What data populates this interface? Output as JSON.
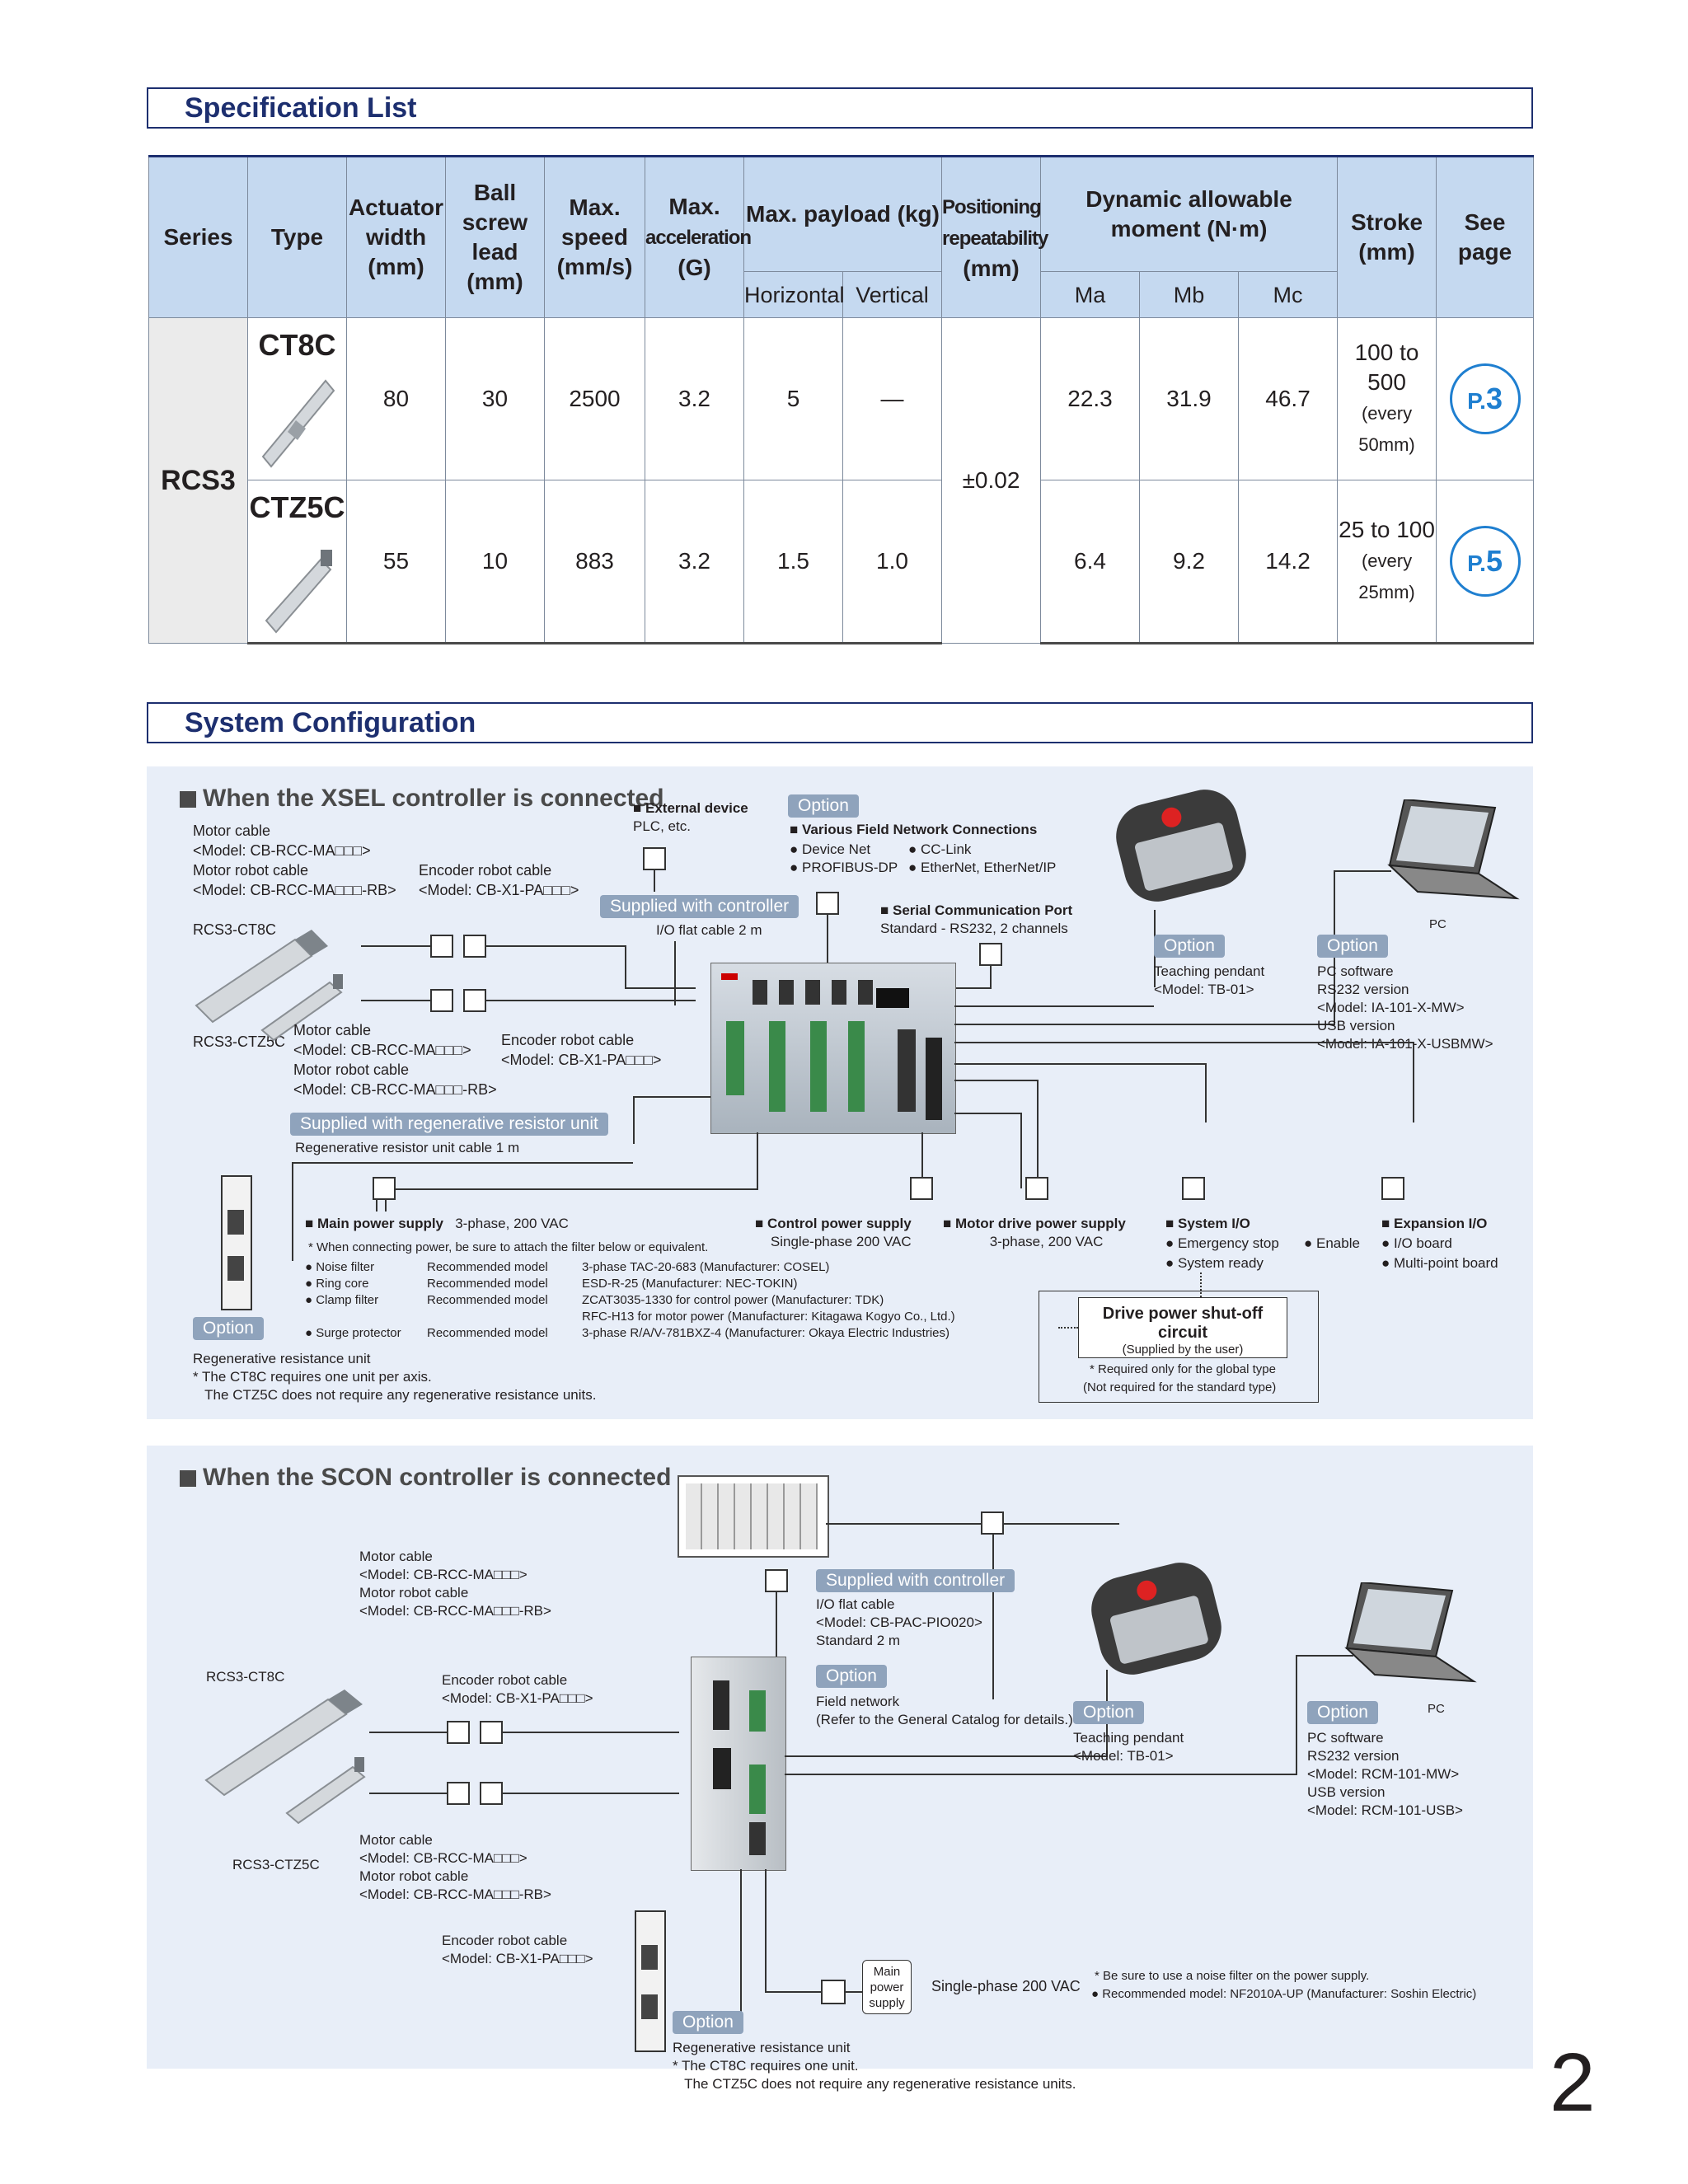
{
  "spec": {
    "title": "Specification List",
    "headers": {
      "series": "Series",
      "type": "Type",
      "width": "Actuator width (mm)",
      "lead": "Ball screw lead (mm)",
      "speed": "Max. speed (mm/s)",
      "accel_1": "Max.",
      "accel_2": "acceleration",
      "accel_3": "(G)",
      "payload": "Max. payload (kg)",
      "horizontal": "Horizontal",
      "vertical": "Vertical",
      "repeat_1": "Positioning",
      "repeat_2": "repeatability",
      "repeat_3": "(mm)",
      "moment": "Dynamic allowable moment (N·m)",
      "ma": "Ma",
      "mb": "Mb",
      "mc": "Mc",
      "stroke": "Stroke (mm)",
      "page": "See page"
    },
    "series": "RCS3",
    "repeatability": "±0.02",
    "rows": [
      {
        "type": "CT8C",
        "width": "80",
        "lead": "30",
        "speed": "2500",
        "accel": "3.2",
        "horizontal": "5",
        "vertical": "—",
        "ma": "22.3",
        "mb": "31.9",
        "mc": "46.7",
        "stroke_1": "100 to 500",
        "stroke_2": "(every 50mm)",
        "page_p": "P.",
        "page_n": "3"
      },
      {
        "type": "CTZ5C",
        "width": "55",
        "lead": "10",
        "speed": "883",
        "accel": "3.2",
        "horizontal": "1.5",
        "vertical": "1.0",
        "ma": "6.4",
        "mb": "9.2",
        "mc": "14.2",
        "stroke_1": "25 to 100",
        "stroke_2": "(every 25mm)",
        "page_p": "P.",
        "page_n": "5"
      }
    ]
  },
  "system": {
    "title": "System Configuration",
    "xsel": {
      "heading": "When the XSEL controller is connected",
      "motor_cable_1": "Motor cable",
      "motor_cable_1_model": "<Model: CB-RCC-MA□□□>",
      "motor_robot_cable_1": "Motor robot cable",
      "motor_robot_cable_1_model": "<Model: CB-RCC-MA□□□-RB>",
      "encoder_robot_cable_1": "Encoder robot cable",
      "encoder_robot_cable_1_model": "<Model: CB-X1-PA□□□>",
      "actuator_1": "RCS3-CT8C",
      "actuator_2": "RCS3-CTZ5C",
      "motor_cable_2": "Motor cable",
      "motor_cable_2_model": "<Model: CB-RCC-MA□□□>",
      "encoder_robot_cable_2": "Encoder robot cable",
      "encoder_robot_cable_2_model": "<Model: CB-X1-PA□□□>",
      "motor_robot_cable_2": "Motor robot cable",
      "motor_robot_cable_2_model": "<Model: CB-RCC-MA□□□-RB>",
      "ext_device": "External device",
      "ext_device_sub": "PLC, etc.",
      "option": "Option",
      "field_network": "Various Field Network Connections",
      "fn_1": "● Device Net",
      "fn_2": "● CC-Link",
      "fn_3": "● PROFIBUS-DP",
      "fn_4": "● EtherNet, EtherNet/IP",
      "supplied_ctrl": "Supplied with controller",
      "io_flat": "I/O flat cable 2 m",
      "serial": "Serial Communication Port",
      "serial_sub": "Standard - RS232, 2 channels",
      "teaching": "Teaching pendant",
      "teaching_model": "<Model: TB-01>",
      "pc": "PC",
      "pc_software": "PC software",
      "rs232": "RS232 version",
      "rs232_model": "<Model: IA-101-X-MW>",
      "usb": "USB version",
      "usb_model": "<Model: IA-101-X-USBMW>",
      "supplied_regen": "Supplied with regenerative resistor unit",
      "regen_cable": "Regenerative resistor unit cable 1 m",
      "main_power": "Main power supply",
      "main_power_val": "3-phase, 200 VAC",
      "connect_note": "* When connecting power, be sure to attach the filter below or equivalent.",
      "filters": [
        {
          "name": "● Noise filter",
          "rec": "Recommended model",
          "model": "3-phase TAC-20-683 (Manufacturer: COSEL)"
        },
        {
          "name": "● Ring core",
          "rec": "Recommended model",
          "model": "ESD-R-25 (Manufacturer: NEC-TOKIN)"
        },
        {
          "name": "● Clamp filter",
          "rec": "Recommended model",
          "model": "ZCAT3035-1330 for control power (Manufacturer: TDK)"
        },
        {
          "name": "",
          "rec": "",
          "model": "RFC-H13 for motor power (Manufacturer: Kitagawa Kogyo Co., Ltd.)"
        },
        {
          "name": "● Surge protector",
          "rec": "Recommended model",
          "model": "3-phase R/A/V-781BXZ-4 (Manufacturer: Okaya Electric Industries)"
        }
      ],
      "control_power": "Control power supply",
      "control_power_val": "Single-phase 200 VAC",
      "motor_drive": "Motor drive power supply",
      "motor_drive_val": "3-phase, 200 VAC",
      "system_io": "System I/O",
      "sio_1": "● Emergency stop",
      "sio_2": "● Enable",
      "sio_3": "● System ready",
      "expansion_io": "Expansion I/O",
      "eio_1": "● I/O board",
      "eio_2": "● Multi-point board",
      "drive_cut": "Drive power shut-off circuit",
      "drive_cut_sub": "(Supplied by the user)",
      "drive_note_1": "* Required only for the global type",
      "drive_note_2": "(Not required for the standard type)",
      "regen_unit": "Regenerative resistance unit",
      "regen_note_1": "* The CT8C requires one unit per axis.",
      "regen_note_2": "The CTZ5C does not require any regenerative resistance units."
    },
    "scon": {
      "heading": "When the SCON controller is connected",
      "motor_cable_1": "Motor cable",
      "motor_cable_1_model": "<Model: CB-RCC-MA□□□>",
      "motor_robot_cable_1": "Motor robot cable",
      "motor_robot_cable_1_model": "<Model: CB-RCC-MA□□□-RB>",
      "actuator_1": "RCS3-CT8C",
      "encoder_robot_cable_1": "Encoder robot cable",
      "encoder_robot_cable_1_model": "<Model: CB-X1-PA□□□>",
      "actuator_2": "RCS3-CTZ5C",
      "motor_cable_2": "Motor cable",
      "motor_cable_2_model": "<Model: CB-RCC-MA□□□>",
      "motor_robot_cable_2": "Motor robot cable",
      "motor_robot_cable_2_model": "<Model: CB-RCC-MA□□□-RB>",
      "encoder_robot_cable_2": "Encoder robot cable",
      "encoder_robot_cable_2_model": "<Model: CB-X1-PA□□□>",
      "supplied_ctrl": "Supplied with controller",
      "io_flat": "I/O flat cable",
      "io_flat_model": "<Model: CB-PAC-PIO020>",
      "io_flat_len": "Standard 2 m",
      "option": "Option",
      "field_network": "Field network",
      "field_network_sub": "(Refer to the General Catalog for details.)",
      "teaching": "Teaching pendant",
      "teaching_model": "<Model: TB-01>",
      "pc": "PC",
      "pc_software": "PC software",
      "rs232": "RS232 version",
      "rs232_model": "<Model: RCM-101-MW>",
      "usb": "USB version",
      "usb_model": "<Model: RCM-101-USB>",
      "main_power_1": "Main",
      "main_power_2": "power",
      "main_power_3": "supply",
      "main_power_val": "Single-phase 200 VAC",
      "noise_note_1": "* Be sure to use a noise filter on the power supply.",
      "noise_note_2": "● Recommended model: NF2010A-UP (Manufacturer: Soshin Electric)",
      "regen_unit": "Regenerative resistance unit",
      "regen_note_1": "* The CT8C requires one unit.",
      "regen_note_2": "The CTZ5C does not require any regenerative resistance units."
    }
  },
  "page_number": "2"
}
